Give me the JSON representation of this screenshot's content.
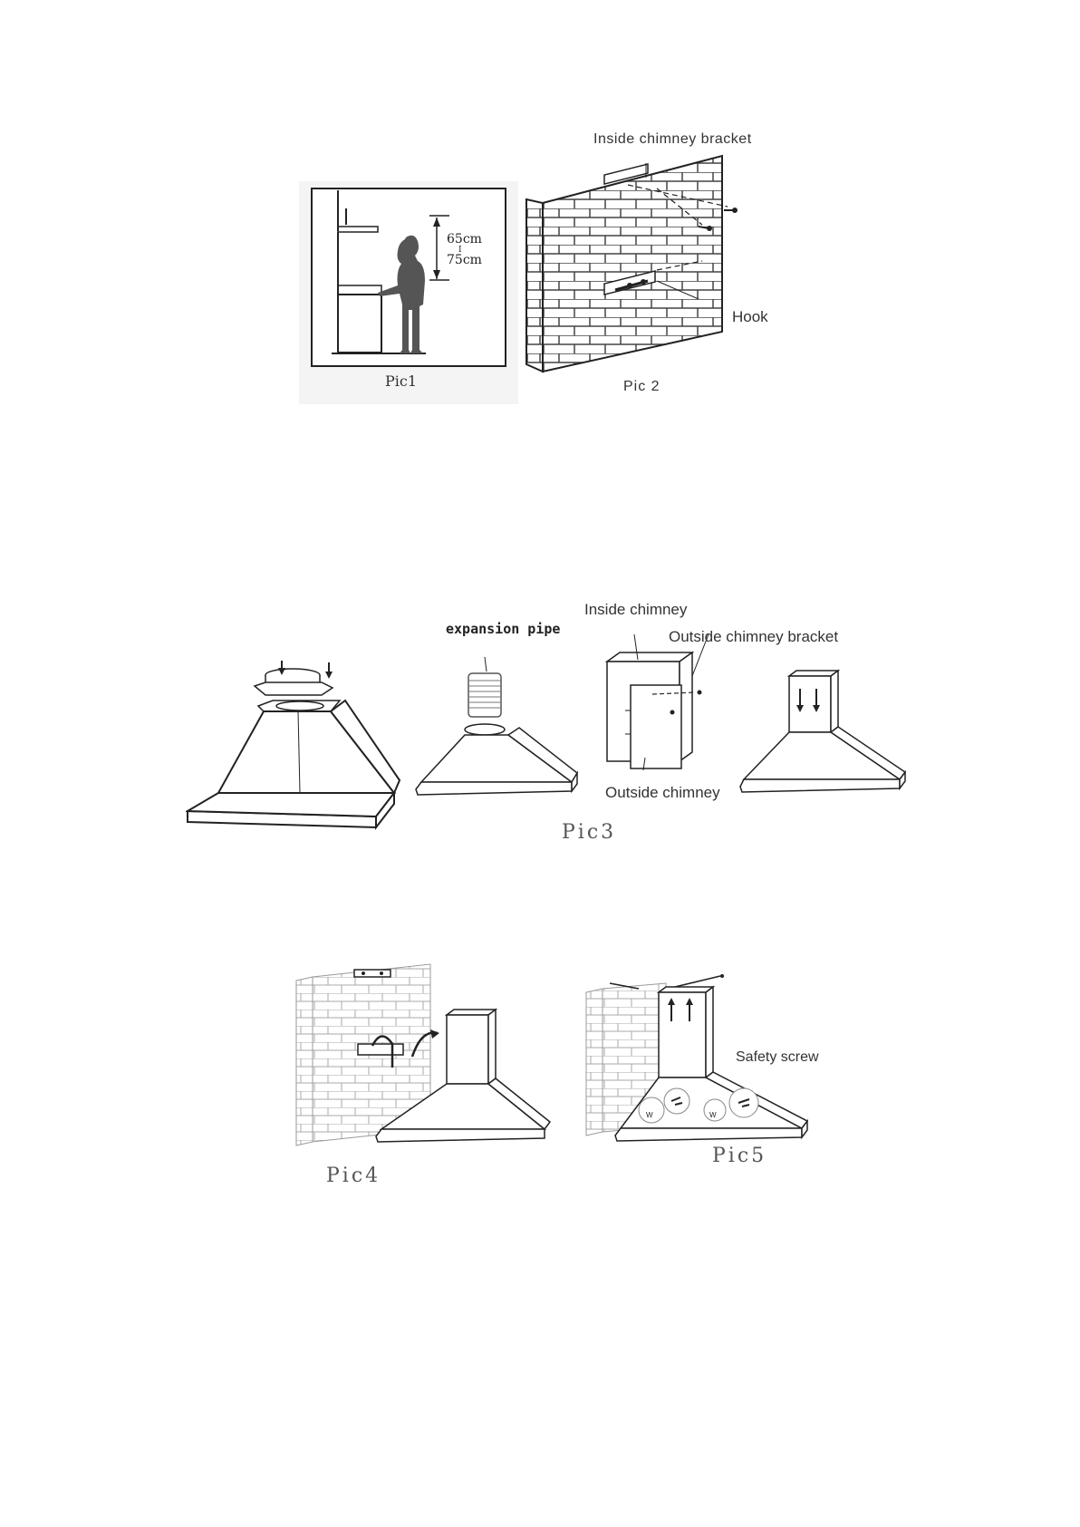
{
  "colors": {
    "ink": "#222222",
    "panel_bg": "#f4f4f4",
    "brick_line": "#555555",
    "light": "#aaaaaa"
  },
  "pic1": {
    "caption": "Pic1",
    "height_top": "65cm",
    "height_sep": "I",
    "height_bottom": "75cm"
  },
  "pic2": {
    "caption": "Pic 2",
    "bracket_label": "Inside chimney bracket",
    "hook_label": "Hook"
  },
  "pic3": {
    "caption": "Pic3",
    "expansion_label": "expansion pipe",
    "inside_chimney_label": "Inside chimney",
    "outside_bracket_label": "Outside chimney bracket",
    "outside_chimney_label": "Outside chimney"
  },
  "pic4": {
    "caption": "Pic4"
  },
  "pic5": {
    "caption": "Pic5",
    "safety_label": "Safety screw"
  }
}
